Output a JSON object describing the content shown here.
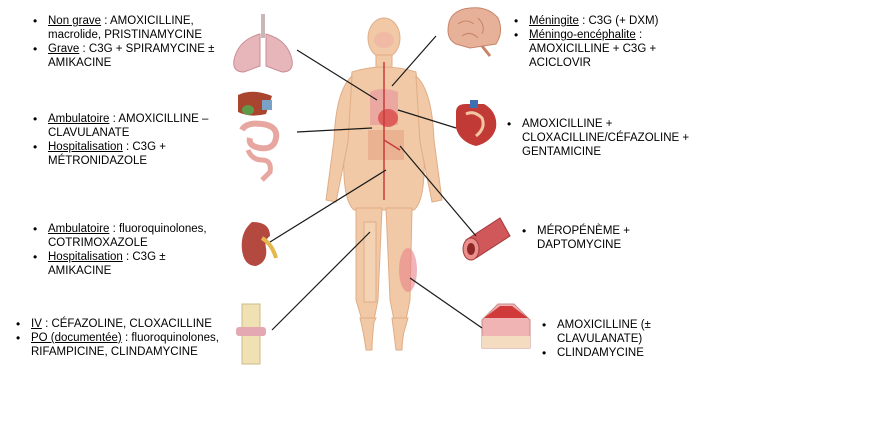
{
  "lungs": [
    {
      "label": "Non grave",
      "text": " : AMOXICILLINE, macrolide, PRISTINAMYCINE"
    },
    {
      "label": "Grave",
      "text": " : C3G + SPIRAMYCINE ± AMIKACINE"
    }
  ],
  "abdomen": [
    {
      "label": "Ambulatoire",
      "text": " : AMOXICILLINE – CLAVULANATE"
    },
    {
      "label": "Hospitalisation",
      "text": " : C3G + MÉTRONIDAZOLE"
    }
  ],
  "kidney": [
    {
      "label": "Ambulatoire",
      "text": " : fluoroquinolones, COTRIMOXAZOLE"
    },
    {
      "label": "Hospitalisation",
      "text": " : C3G ± AMIKACINE"
    }
  ],
  "joint": [
    {
      "label": "IV",
      "text": " : CÉFAZOLINE, CLOXACILLINE"
    },
    {
      "label": "PO (documentée)",
      "text": " : fluoroquinolones, RIFAMPICINE, CLINDAMYCINE"
    }
  ],
  "brain": [
    {
      "label": "Méningite",
      "text": " : C3G (+ DXM)"
    },
    {
      "label": "Méningo-encéphalite",
      "text": " : AMOXICILLINE + C3G + ACICLOVIR"
    }
  ],
  "heart": [
    {
      "label": "",
      "text": "AMOXICILLINE + CLOXACILLINE/CÉFAZOLINE + GENTAMICINE"
    }
  ],
  "vessel": [
    {
      "label": "",
      "text": "MÉROPÉNÈME + DAPTOMYCINE"
    }
  ],
  "skin": [
    {
      "label": "",
      "text": "AMOXICILLINE (± CLAVULANATE)"
    },
    {
      "label": "",
      "text": "CLINDAMYCINE"
    }
  ]
}
